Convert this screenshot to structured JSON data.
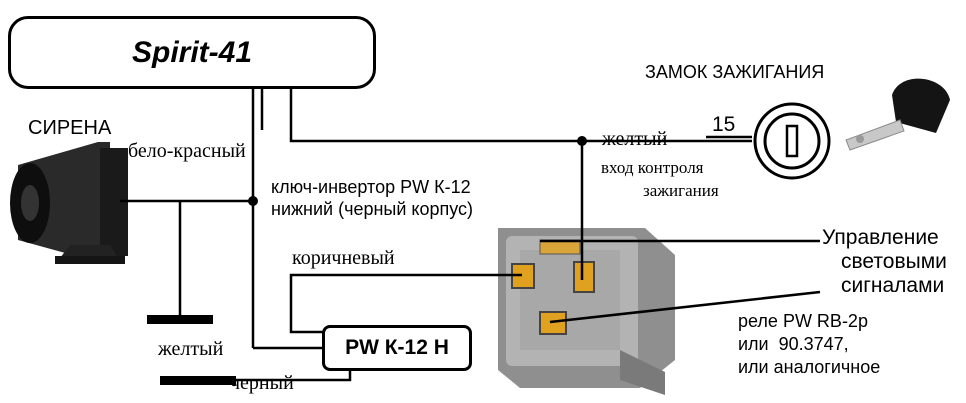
{
  "title": "Spirit-41",
  "siren_label": "СИРЕНА",
  "ignition_label": "ЗАМОК ЗАЖИГАНИЯ",
  "terminal_number": "15",
  "wires": {
    "white_red": "бело-красный",
    "yellow_left": "желтый",
    "yellow_right": "желтый",
    "brown": "коричневый",
    "black": "черный"
  },
  "ignition_input": [
    "вход контроля",
    "зажигания"
  ],
  "inverter_note": [
    "ключ-инвертор PW К-12",
    "нижний (черный корпус)"
  ],
  "module_label": "PW К-12 Н",
  "light_control": [
    "Управление",
    "световыми",
    "сигналами"
  ],
  "relay_note": [
    "реле PW RB-2p",
    "или  90.3747,",
    "или аналогичное"
  ]
}
